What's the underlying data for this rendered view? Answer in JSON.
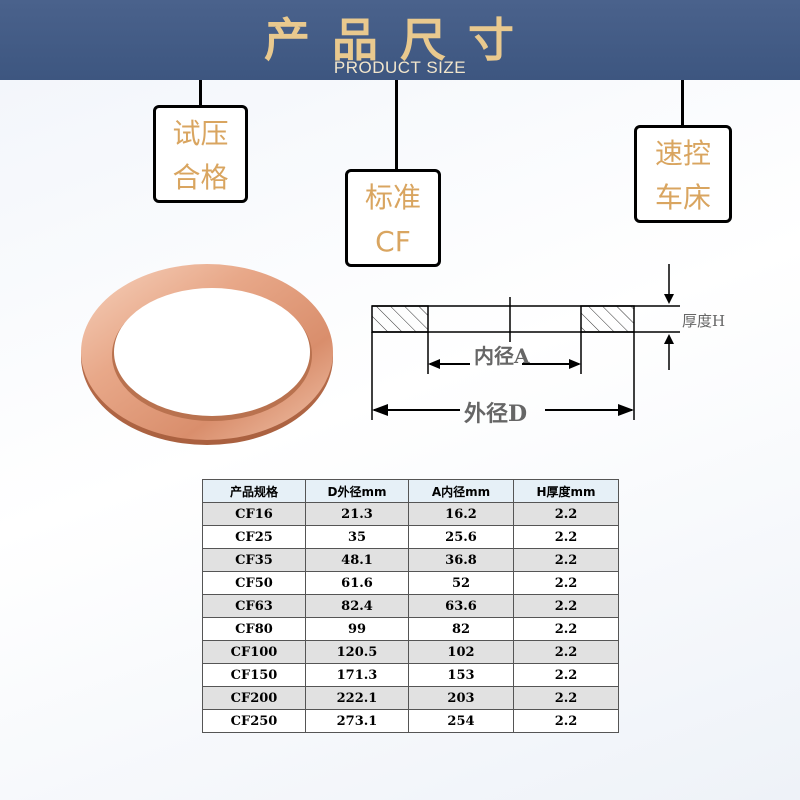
{
  "header": {
    "title": "产品尺寸",
    "subtitle": "PRODUCT SIZE"
  },
  "tags": [
    {
      "line1": "试压",
      "line2": "合格"
    },
    {
      "line1": "标准",
      "line2": "CF"
    },
    {
      "line1": "速控",
      "line2": "车床"
    }
  ],
  "diagram": {
    "inner_label": "内径A",
    "outer_label": "外径D",
    "thickness_label": "厚度H"
  },
  "table": {
    "headers": [
      "产品规格",
      "D外径mm",
      "A内径mm",
      "H厚度mm"
    ],
    "rows": [
      [
        "CF16",
        "21.3",
        "16.2",
        "2.2"
      ],
      [
        "CF25",
        "35",
        "25.6",
        "2.2"
      ],
      [
        "CF35",
        "48.1",
        "36.8",
        "2.2"
      ],
      [
        "CF50",
        "61.6",
        "52",
        "2.2"
      ],
      [
        "CF63",
        "82.4",
        "63.6",
        "2.2"
      ],
      [
        "CF80",
        "99",
        "82",
        "2.2"
      ],
      [
        "CF100",
        "120.5",
        "102",
        "2.2"
      ],
      [
        "CF150",
        "171.3",
        "153",
        "2.2"
      ],
      [
        "CF200",
        "222.1",
        "203",
        "2.2"
      ],
      [
        "CF250",
        "273.1",
        "254",
        "2.2"
      ]
    ]
  },
  "colors": {
    "header_bg": "#3d5680",
    "title_gold": "#e9c98e",
    "tag_text": "#d9a560",
    "copper": "#e4a98a"
  },
  "images": [
    {
      "name": "copper-gasket-photo",
      "description": "copper ring gasket"
    }
  ]
}
